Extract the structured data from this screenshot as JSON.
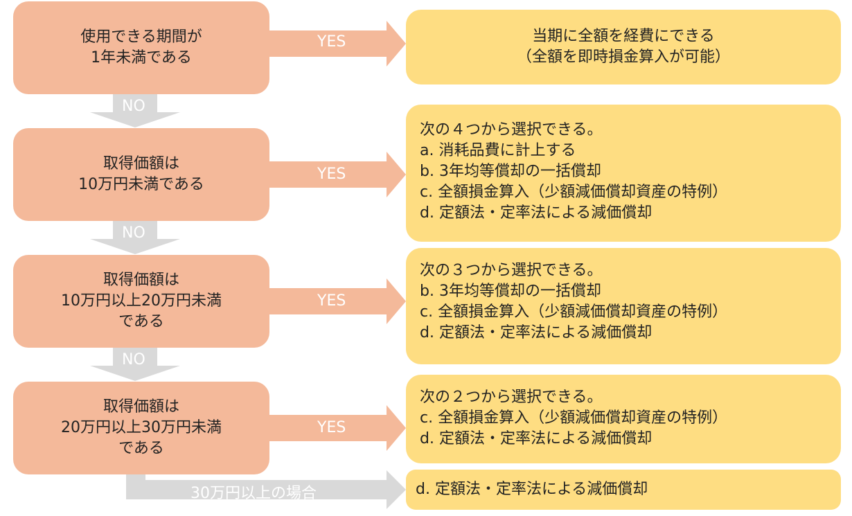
{
  "colors": {
    "condition_fill": "#F4B99A",
    "result_fill": "#FEDD82",
    "yes_arrow": "#F4B99A",
    "no_arrow": "#D9D9D9",
    "text": "#222222"
  },
  "conditions": [
    {
      "lines": [
        "使用できる期間が",
        "1年未満である"
      ]
    },
    {
      "lines": [
        "取得価額は",
        "10万円未満である"
      ]
    },
    {
      "lines": [
        "取得価額は",
        "10万円以上20万円未満",
        "である"
      ]
    },
    {
      "lines": [
        "取得価額は",
        "20万円以上30万円未満",
        "である"
      ]
    }
  ],
  "results": [
    {
      "lines": [
        "当期に全額を経費にできる",
        "（全額を即時損金算入が可能）"
      ]
    },
    {
      "lines": [
        "次の４つから選択できる。",
        "a.  消耗品費に計上する",
        "b.  3年均等償却の一括償却",
        "c.  全額損金算入（少額減価償却資産の特例）",
        "d.  定額法・定率法による減価償却"
      ]
    },
    {
      "lines": [
        "次の３つから選択できる。",
        "b.  3年均等償却の一括償却",
        "c.  全額損金算入（少額減価償却資産の特例）",
        "d.  定額法・定率法による減価償却"
      ]
    },
    {
      "lines": [
        "次の２つから選択できる。",
        "c.  全額損金算入（少額減価償却資産の特例）",
        "d.  定額法・定率法による減価償却"
      ]
    },
    {
      "lines": [
        "d.  定額法・定率法による減価償却"
      ]
    }
  ],
  "arrows": {
    "yes_label": "YES",
    "no_label": "NO",
    "final_label": "30万円以上の場合"
  }
}
